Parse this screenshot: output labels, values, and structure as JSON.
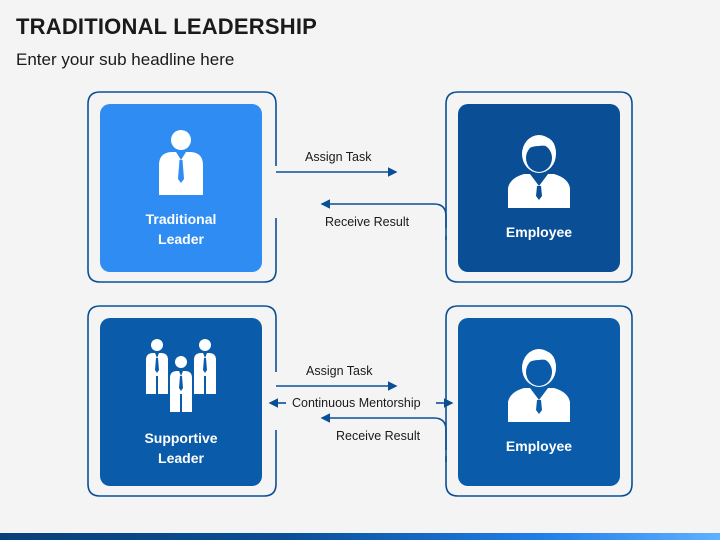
{
  "header": {
    "title": "TRADITIONAL LEADERSHIP",
    "subtitle": "Enter your sub headline here"
  },
  "top": {
    "leader_label": "Traditional Leader",
    "leader_line1": "Traditional",
    "leader_line2": "Leader",
    "employee_label": "Employee",
    "assign": "Assign Task",
    "receive": "Receive Result"
  },
  "bottom": {
    "leader_line1": "Supportive",
    "leader_line2": "Leader",
    "employee_label": "Employee",
    "assign": "Assign Task",
    "mentorship": "Continuous Mentorship",
    "receive": "Receive Result"
  },
  "colors": {
    "light_blue": "#2f8cf3",
    "dark_blue": "#0a4f96",
    "mid_blue": "#0a5ba9",
    "outline": "#0a4f96"
  }
}
